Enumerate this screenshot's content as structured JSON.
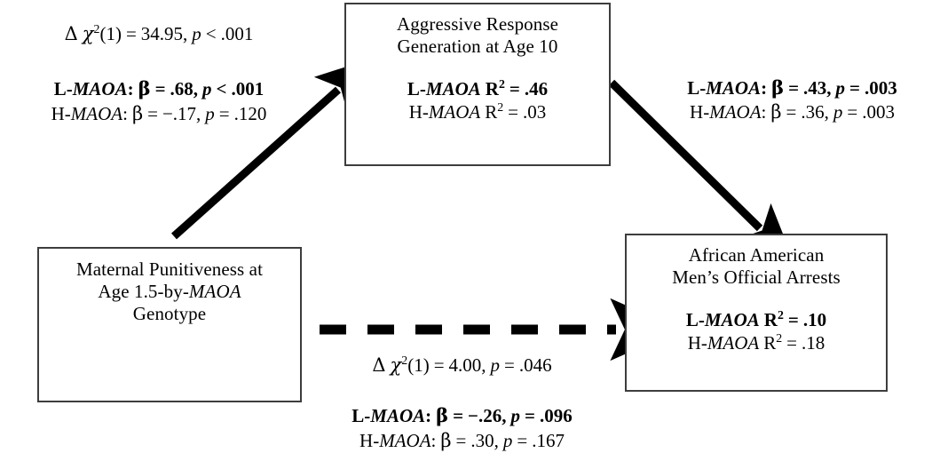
{
  "figure": {
    "type": "path-diagram",
    "background": "#ffffff",
    "line_color": "#000000",
    "box_border_color": "#3d3d3d"
  },
  "nodes": {
    "mediator": {
      "label": "Aggressive Response Generation at Age 10",
      "title_line_1": "Aggressive Response",
      "title_line_2": "Generation at Age 10",
      "stats": [
        {
          "group": "L-",
          "gene": "MAOA",
          "metric": "R",
          "exponent": "2",
          "eq": "=",
          "value": ".46",
          "bold": true
        },
        {
          "group": "H-",
          "gene": "MAOA",
          "metric": "R",
          "exponent": "2",
          "eq": "=",
          "value": ".03",
          "bold": false
        }
      ]
    },
    "predictor": {
      "label": "Maternal Punitiveness at Age 1.5-by-MAOA Genotype",
      "title_line_1": "Maternal Punitiveness at",
      "title_line_2a": "Age 1.5-by-",
      "title_line_2b": "MAOA",
      "title_line_3": "Genotype",
      "stats": []
    },
    "outcome": {
      "label": "African American Men's Official Arrests",
      "title_line_1": "African American",
      "title_line_2": "Men’s Official Arrests",
      "stats": [
        {
          "group": "L-",
          "gene": "MAOA",
          "metric": "R",
          "exponent": "2",
          "eq": "=",
          "value": ".10",
          "bold": true
        },
        {
          "group": "H-",
          "gene": "MAOA",
          "metric": "R",
          "exponent": "2",
          "eq": "=",
          "value": ".18",
          "bold": false
        }
      ]
    }
  },
  "annotations": {
    "top_left": {
      "chi_square": {
        "delta": "Δ",
        "chi": "χ",
        "exponent": "2",
        "df": "(1)",
        "eq": "=",
        "value": "34.95,",
        "p_symbol": "p",
        "p_op": "<",
        "p_value": ".001"
      },
      "paths": [
        {
          "group": "L-",
          "gene": "MAOA",
          "colon": ":",
          "beta": "β",
          "eq": "=",
          "value": ".68,",
          "p_symbol": "p",
          "p_op": "<",
          "p_value": ".001",
          "bold": true
        },
        {
          "group": "H-",
          "gene": "MAOA",
          "colon": ":",
          "beta": "β",
          "eq": "=",
          "value": "−.17,",
          "p_symbol": "p",
          "p_op": "=",
          "p_value": ".120",
          "bold": false
        }
      ]
    },
    "top_right": {
      "paths": [
        {
          "group": "L-",
          "gene": "MAOA",
          "colon": ":",
          "beta": "β",
          "eq": "=",
          "value": ".43,",
          "p_symbol": "p",
          "p_op": "=",
          "p_value": ".003",
          "bold": true
        },
        {
          "group": "H-",
          "gene": "MAOA",
          "colon": ":",
          "beta": "β",
          "eq": "=",
          "value": ".36,",
          "p_symbol": "p",
          "p_op": "=",
          "p_value": ".003",
          "bold": false
        }
      ]
    },
    "bottom_center": {
      "chi_square": {
        "delta": "Δ",
        "chi": "χ",
        "exponent": "2",
        "df": "(1)",
        "eq": "=",
        "value": "4.00,",
        "p_symbol": "p",
        "p_op": "=",
        "p_value": ".046"
      },
      "paths": [
        {
          "group": "L-",
          "gene": "MAOA",
          "colon": ":",
          "beta": "β",
          "eq": "=",
          "value": "−.26,",
          "p_symbol": "p",
          "p_op": "=",
          "p_value": ".096",
          "bold": true
        },
        {
          "group": "H-",
          "gene": "MAOA",
          "colon": ":",
          "beta": "β",
          "eq": "=",
          "value": ".30,",
          "p_symbol": "p",
          "p_op": "=",
          "p_value": ".167",
          "bold": false
        }
      ]
    }
  },
  "edges": [
    {
      "name": "predictor-to-mediator",
      "style": "solid",
      "from": "predictor",
      "to": "mediator"
    },
    {
      "name": "mediator-to-outcome",
      "style": "solid",
      "from": "mediator",
      "to": "outcome"
    },
    {
      "name": "predictor-to-outcome",
      "style": "dashed",
      "from": "predictor",
      "to": "outcome"
    }
  ]
}
